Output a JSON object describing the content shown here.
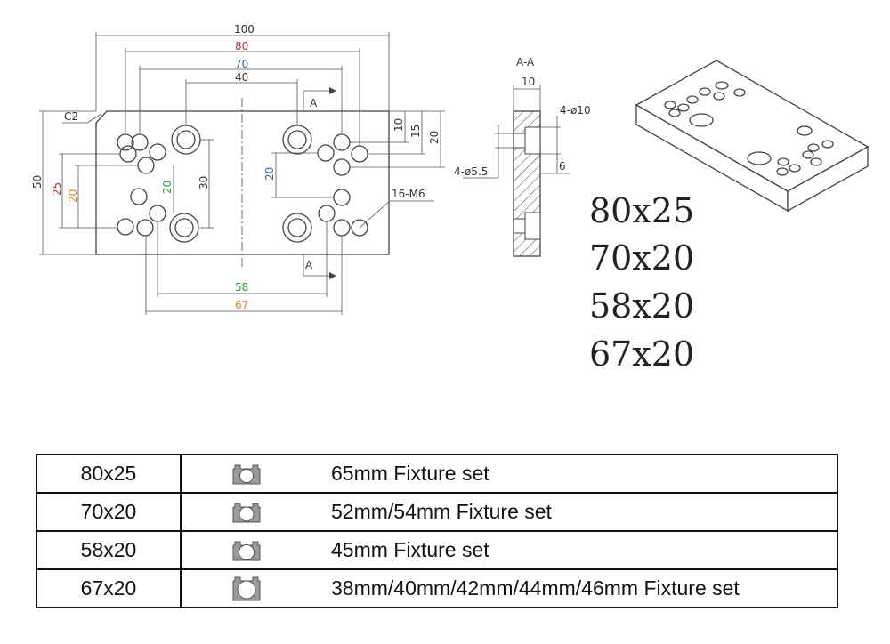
{
  "drawing": {
    "dims": {
      "d100": "100",
      "d80": "80",
      "d70": "70",
      "d40": "40",
      "d58": "58",
      "d67": "67",
      "d50": "50",
      "d25": "25",
      "d20l": "20",
      "d20g": "20",
      "d30": "30",
      "d20b": "20",
      "d10": "10",
      "d15": "15",
      "d20r": "20",
      "c2": "C2",
      "holes": "16-M6",
      "secA1": "A",
      "secA2": "A"
    },
    "colors": {
      "d80": "#b03030",
      "d70": "#2f5fa8",
      "d58": "#2a9a3a",
      "d67": "#d08a20",
      "d25": "#b03030",
      "d20l": "#d08a20",
      "d20g": "#2a9a3a",
      "d20b": "#2f5fa8"
    }
  },
  "section": {
    "title": "A-A",
    "d10": "10",
    "d4phi10": "4-ø10",
    "d4phi55": "4-ø5.5",
    "d6": "6"
  },
  "sizes": [
    "80x25",
    "70x20",
    "58x20",
    "67x20"
  ],
  "table": {
    "rows": [
      {
        "size": "80x25",
        "desc": "65mm Fixture set"
      },
      {
        "size": "70x20",
        "desc": "52mm/54mm Fixture set"
      },
      {
        "size": "58x20",
        "desc": "45mm Fixture set"
      },
      {
        "size": "67x20",
        "desc": "38mm/40mm/42mm/44mm/46mm Fixture set"
      }
    ]
  }
}
